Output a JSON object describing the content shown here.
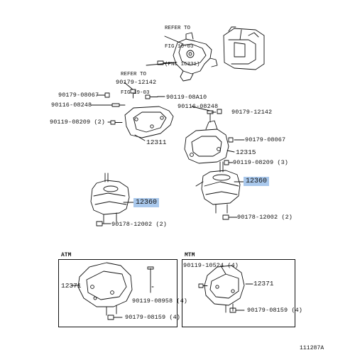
{
  "refer_note_top": [
    "REFER TO",
    "FIG 16-03",
    "(PNC 16331)"
  ],
  "refer_note_left": [
    "REFER TO",
    "FIG 19-03"
  ],
  "part_numbers": {
    "p_90179_12142_a": "90179-12142",
    "p_90179_08067_a": "90179-08067",
    "p_90119_08A10": "90119-08A10",
    "p_90116_08248_a": "90116-08248",
    "p_90119_08209_a": "90119-08209 (2)",
    "p_12311": "12311",
    "p_90116_08248_b": "90116-08248",
    "p_90179_12142_b": "90179-12142",
    "p_90179_08067_b": "90179-08067",
    "p_12315": "12315",
    "p_90119_08209_b": "90119-08209 (3)",
    "p_12360_a": "12360",
    "p_12360_b": "12360",
    "p_90178_12002_a": "90178-12002 (2)",
    "p_90178_12002_b": "90178-12002 (2)",
    "p_12371_atm": "12371",
    "p_90119_08958": "90119-08958 (4)",
    "p_90179_08159_atm": "90179-08159 (4)",
    "p_90119_10524": "90119-10524 (4)",
    "p_12371_mtm": "12371",
    "p_90179_08159_mtm": "90179-08159 (4)"
  },
  "sections": {
    "atm": "ATM",
    "mtm": "MTM"
  },
  "diagram_id": "111287A",
  "colors": {
    "highlight": "#a9c8ec",
    "line": "#111111",
    "background": "#ffffff"
  }
}
